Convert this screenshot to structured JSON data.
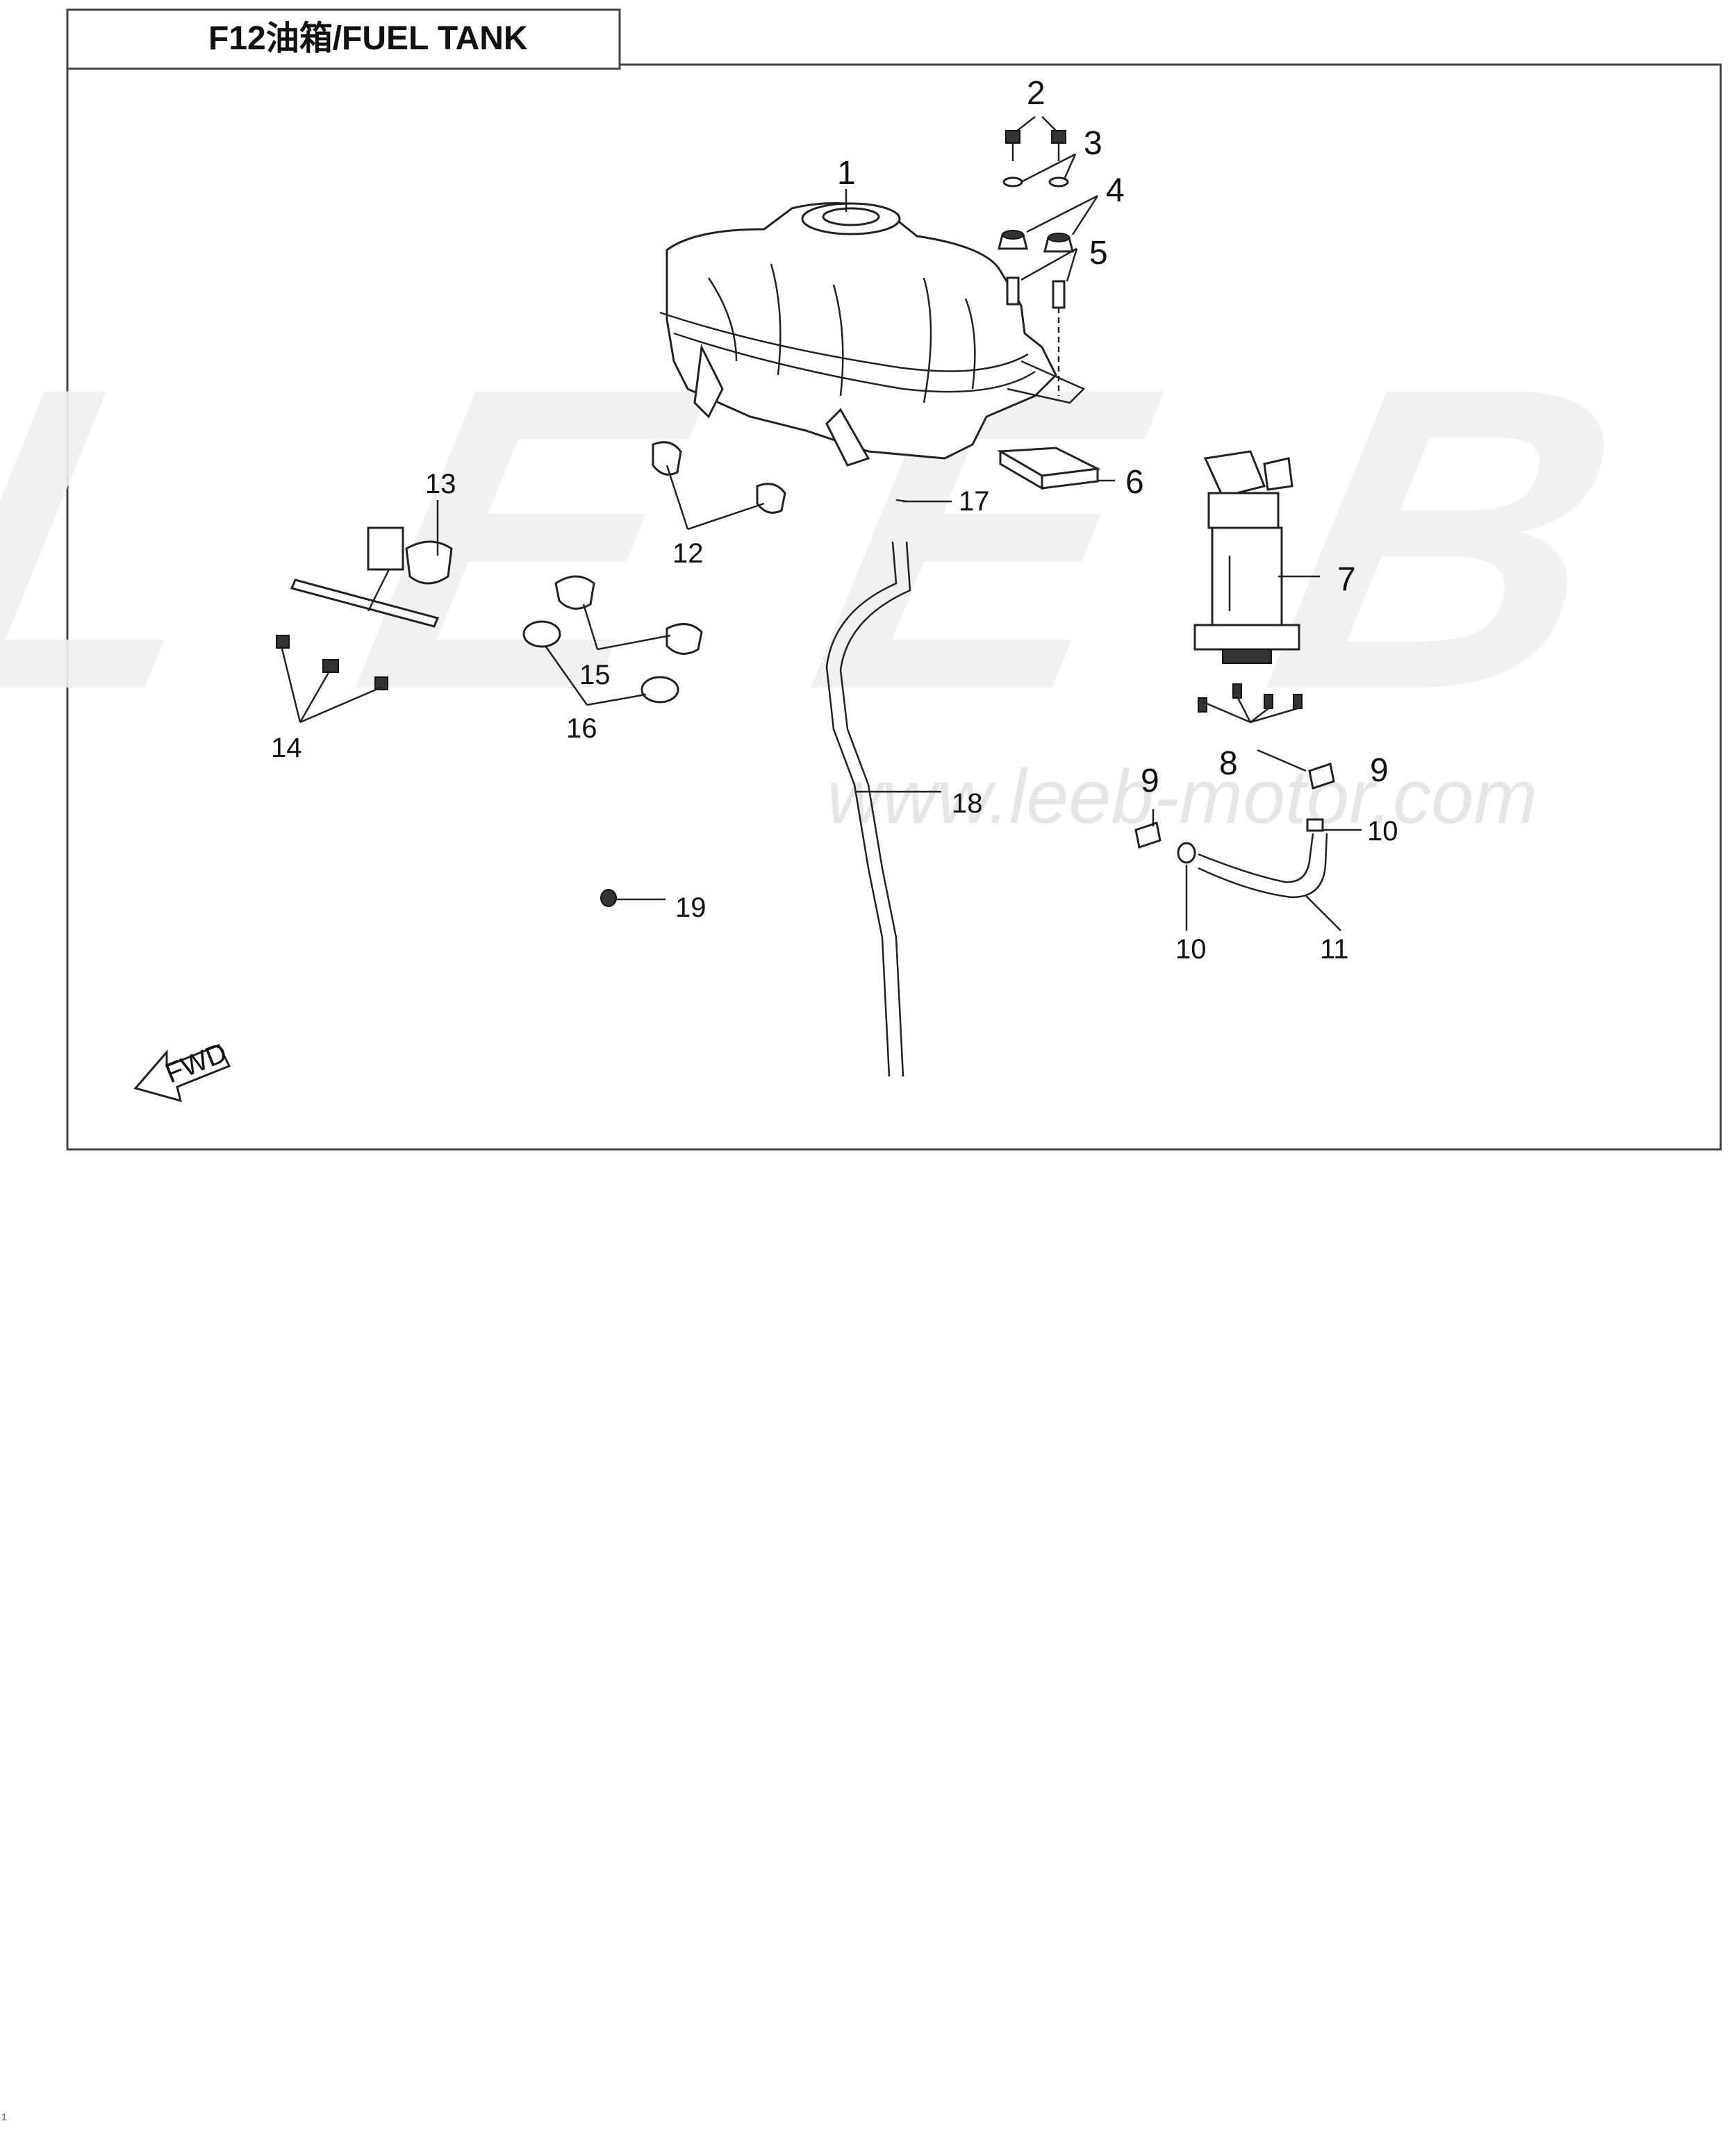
{
  "title": "F12油箱/FUEL TANK",
  "watermark": {
    "logo": "LEEB",
    "url": "www.leeb-motor.com"
  },
  "fwd_label": "FWD",
  "callouts": [
    "1",
    "2",
    "3",
    "4",
    "5",
    "6",
    "7",
    "8",
    "9",
    "9",
    "10",
    "10",
    "11",
    "12",
    "13",
    "14",
    "15",
    "16",
    "17",
    "18",
    "19"
  ],
  "page_mark": "1"
}
